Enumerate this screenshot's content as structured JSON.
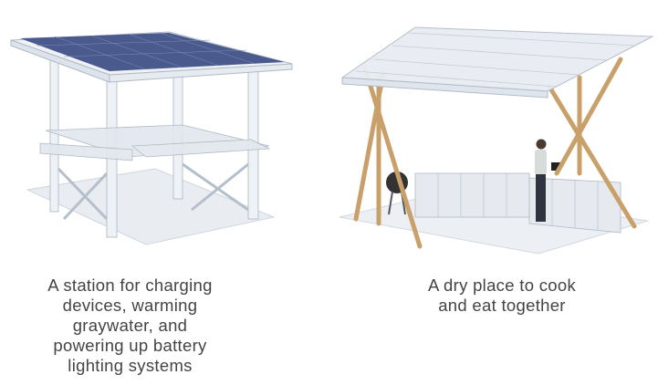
{
  "panels": [
    {
      "caption_lines": [
        "A station for charging",
        "devices, warming",
        "graywater, and",
        "powering up battery",
        "lighting systems"
      ]
    },
    {
      "caption_lines": [
        "A dry place to cook",
        "and eat together"
      ]
    }
  ],
  "colors": {
    "caption": "#444444",
    "solar": "#4a5a8c",
    "wood": "#c9a06a",
    "frame": "#dde3ea"
  }
}
